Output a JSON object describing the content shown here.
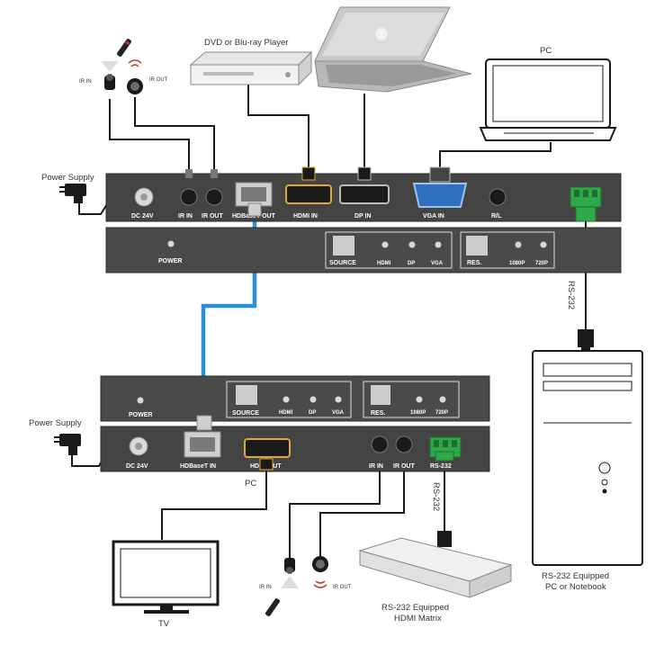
{
  "devices": {
    "dvd": "DVD or Blu-ray Player",
    "pc_top": "PC",
    "power_tx": "Power Supply",
    "power_rx": "Power Supply",
    "pc_rx": "PC",
    "tv": "TV",
    "rs232_pc": "RS-232 Equipped\nPC or Notebook",
    "rs232_pc_line1": "RS-232 Equipped",
    "rs232_pc_line2": "PC or Notebook",
    "matrix_line1": "RS-232 Equipped",
    "matrix_line2": "HDMI Matrix"
  },
  "cables": {
    "rs232_top": "RS-232",
    "rs232_bottom": "RS-232"
  },
  "tx_back": {
    "dc": "DC 24V",
    "ir_in": "IR IN",
    "ir_out": "IR OUT",
    "hdbaset_out": "HDBaseT OUT",
    "hdmi_in": "HDMI IN",
    "dp_in": "DP IN",
    "vga_in": "VGA IN",
    "rl": "R/L"
  },
  "tx_front": {
    "power": "POWER",
    "source": "SOURCE",
    "hdmi": "HDMI",
    "dp": "DP",
    "vga": "VGA",
    "res": "RES.",
    "r1080": "1080P",
    "r720": "720P"
  },
  "rx_front": {
    "power": "POWER",
    "source": "SOURCE",
    "hdmi": "HDMI",
    "dp": "DP",
    "vga": "VGA",
    "res": "RES.",
    "r1080": "1080P",
    "r720": "720P"
  },
  "rx_back": {
    "dc": "DC 24V",
    "hdbaset_in": "HDBaseT IN",
    "hdmi_out": "HDMI OUT",
    "ir_in": "IR IN",
    "ir_out": "IR OUT",
    "rs232": "RS-232"
  },
  "ir_top": {
    "in": "IR IN",
    "out": "IR OUT"
  },
  "ir_bottom": {
    "in": "IR IN",
    "out": "IR OUT"
  }
}
